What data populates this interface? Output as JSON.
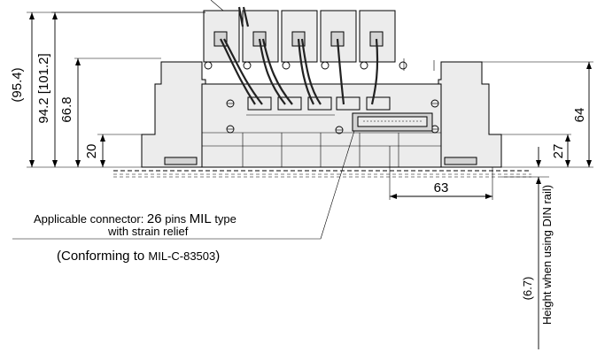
{
  "dimensions": {
    "overall_height_paren": "(95.4)",
    "height_with_bracket": "94.2 [101.2]",
    "height_66_8": "66.8",
    "height_20": "20",
    "right_height_64": "64",
    "right_height_27": "27",
    "bottom_width_63": "63",
    "din_rail_height": "(6.7)"
  },
  "notes": {
    "connector_prefix": "Applicable connector: ",
    "connector_pins": "26",
    "connector_pins_unit": " pins ",
    "connector_mil": "MIL",
    "connector_type": " type",
    "connector_line2": "with strain relief",
    "conforming_open": "(Conforming to ",
    "conforming_std": "MIL-C-83503",
    "conforming_close": ")",
    "din_rail_label": "Height when using DIN rail)"
  }
}
